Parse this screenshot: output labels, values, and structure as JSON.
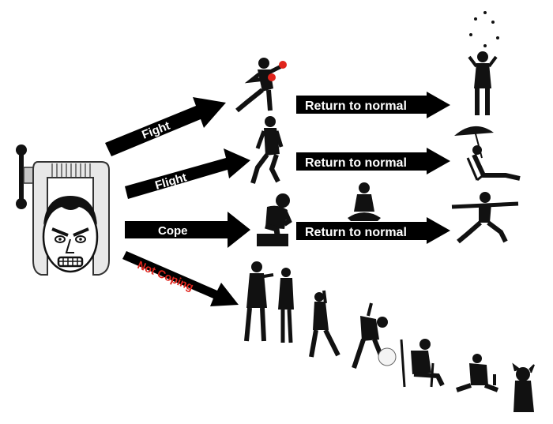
{
  "arrows": {
    "fight": "Fight",
    "flight": "Flight",
    "cope": "Cope",
    "not_coping": "Not Coping",
    "return_1": "Return to normal",
    "return_2": "Return to normal",
    "return_3": "Return to normal"
  },
  "colors": {
    "arrow": "#000000",
    "arrow_text": "#ffffff",
    "not_coping_text": "#e0241c",
    "silhouette": "#111111",
    "boxing_glove": "#e0241c"
  },
  "icons": {
    "stressed_face_in_clamp": "stressed-man-in-vice-icon",
    "boxer": "boxer-silhouette-icon",
    "runner": "runner-silhouette-icon",
    "thinker": "thinker-statue-silhouette-icon",
    "meditator": "meditating-person-silhouette-icon",
    "juggler": "juggling-woman-silhouette-icon",
    "beach_chair": "person-under-umbrella-icon",
    "yoga": "yoga-pose-silhouette-icon",
    "decline_sequence": [
      "arguing-couple-icon",
      "drinking-man-icon",
      "drunk-falling-icon",
      "despairing-seated-icon",
      "slumped-man-icon",
      "dog-silhouette-icon"
    ]
  }
}
